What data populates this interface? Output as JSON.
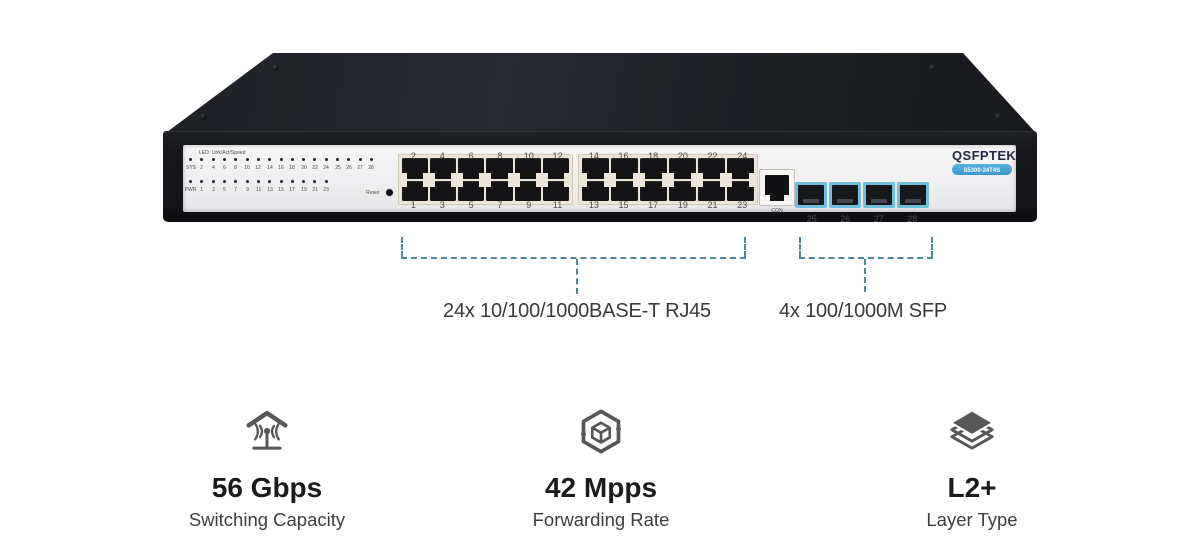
{
  "device": {
    "brand": "QSFPTEK",
    "model": "S5300-24T4S",
    "led_caption": "LED:  Link/Act/Speed",
    "led_top": [
      "SYS",
      "2",
      "4",
      "6",
      "8",
      "10",
      "12",
      "14",
      "16",
      "18",
      "20",
      "22",
      "24",
      "25",
      "26",
      "27",
      "28"
    ],
    "led_bottom": [
      "PWR",
      "1",
      "3",
      "5",
      "7",
      "9",
      "11",
      "13",
      "15",
      "17",
      "19",
      "21",
      "23"
    ],
    "reset_label": "Reset",
    "rj45_block1_top": [
      "2",
      "4",
      "6",
      "8",
      "10",
      "12"
    ],
    "rj45_block1_bottom": [
      "1",
      "3",
      "5",
      "7",
      "9",
      "11"
    ],
    "rj45_block2_top": [
      "14",
      "16",
      "18",
      "20",
      "22",
      "24"
    ],
    "rj45_block2_bottom": [
      "13",
      "15",
      "17",
      "19",
      "21",
      "23"
    ],
    "console_label": "CON",
    "sfp_labels": [
      "25",
      "26",
      "27",
      "28"
    ]
  },
  "annotations": {
    "rj45": "24x 10/100/1000BASE-T RJ45",
    "sfp": "4x 100/1000M SFP"
  },
  "features": [
    {
      "icon": "wireless-antenna-icon",
      "value": "56 Gbps",
      "label": "Switching Capacity"
    },
    {
      "icon": "cube-network-icon",
      "value": "42 Mpps",
      "label": "Forwarding Rate"
    },
    {
      "icon": "layers-icon",
      "value": "L2+",
      "label": "Layer Type"
    }
  ],
  "colors": {
    "bracket_blue": "#4e87a2",
    "sfp_frame_blue": "#72bedd",
    "model_pill_blue": "#3f9fd4",
    "brand_navy": "#232b40",
    "icon_gray": "#575757",
    "chassis_black": "#15171b",
    "faceplate_gray": "#f0f0f2",
    "rj45_bezel_cream": "#ebe6d9"
  }
}
